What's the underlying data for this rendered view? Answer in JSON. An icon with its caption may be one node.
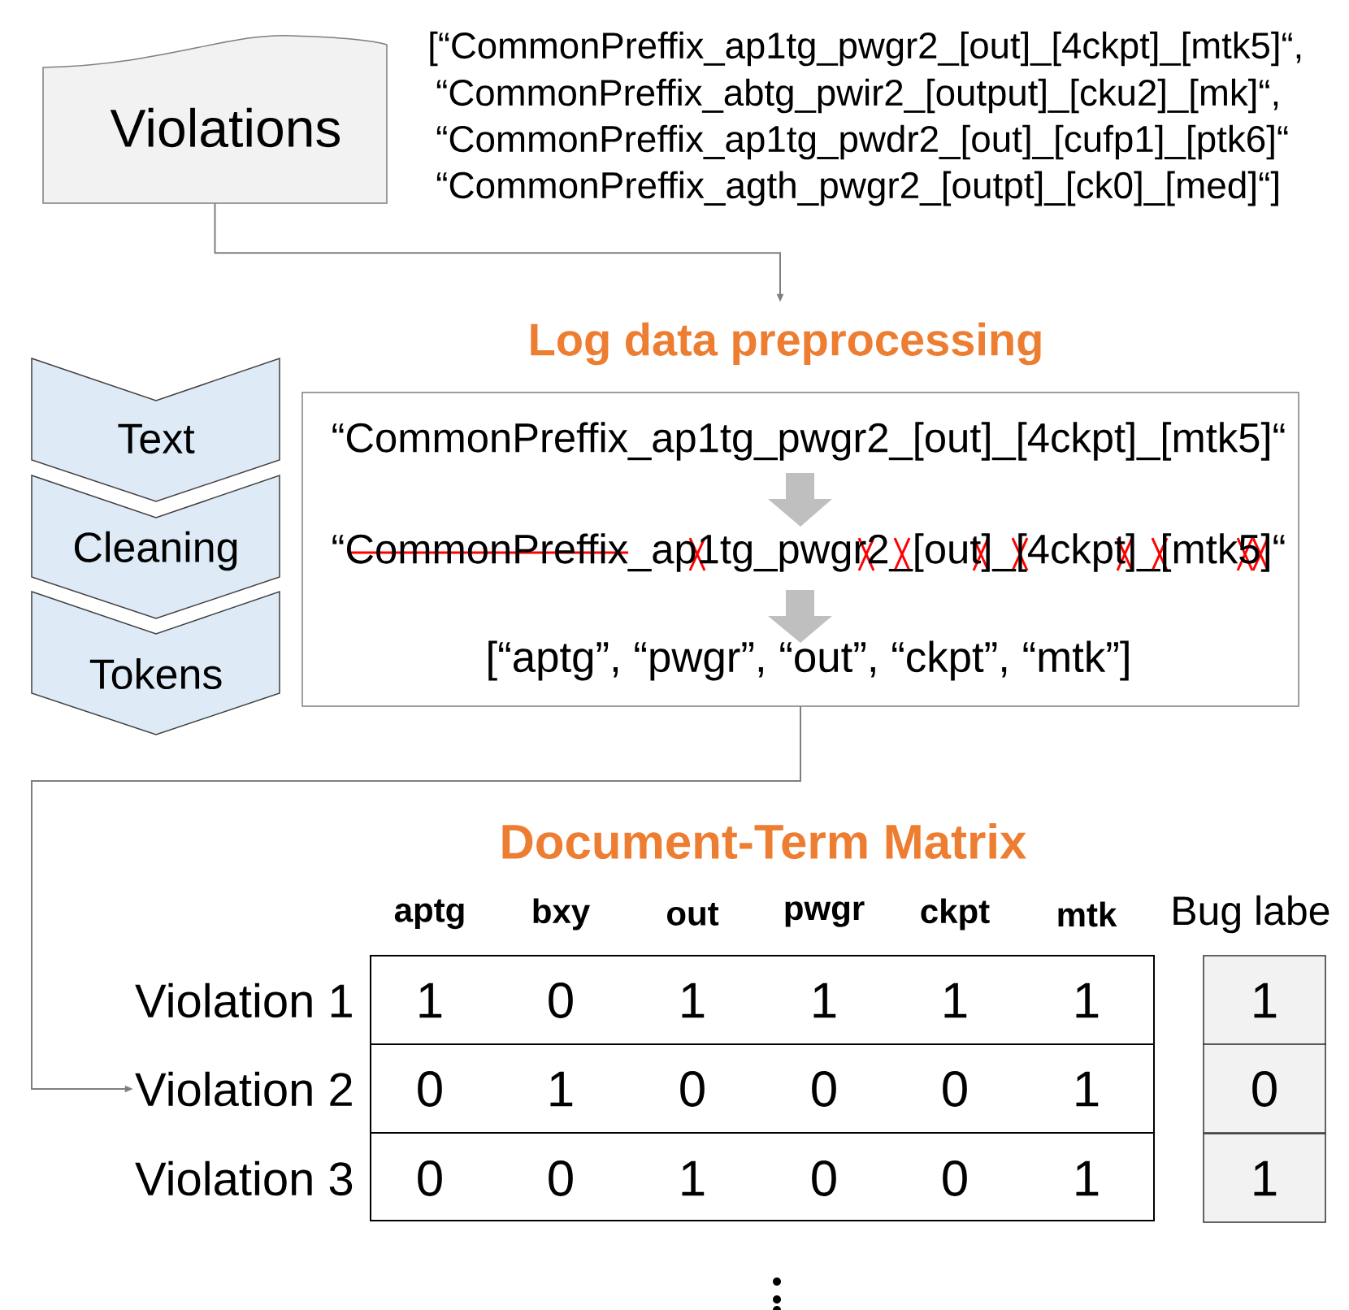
{
  "diagram": {
    "nodes": [
      {
        "text": [
          "Violations"
        ]
      },
      {
        "text": [
          "Log data preprocessing",
          "“CommonPreffix_ap1tg_pwgr2_[out]_[4ckpt]_[mtk5]“",
          "“CommonPreffix_ap1tg_pwgr2_[out]_[4ckpt]_[mtk5]“",
          "[“aptg”, “pwgr”, “out”, “ckpt”, “mtk”]"
        ]
      },
      {
        "text": [
          "Text"
        ]
      },
      {
        "text": [
          "Cleaning"
        ]
      },
      {
        "text": [
          "Tokens"
        ]
      },
      {
        "text": [
          "Violation 2"
        ]
      }
    ],
    "edges": [
      {
        "from": 0,
        "to": 1,
        "arrow": "to"
      },
      {
        "from": 1,
        "to": 5,
        "arrow": "to"
      }
    ],
    "labels": [
      "[“CommonPreffix_ap1tg_pwgr2_[out]_[4ckpt]_[mtk5]“,",
      "“CommonPreffix_abtg_pwir2_[output]_[cku2]_[mk]“,",
      "“CommonPreffix_ap1tg_pwdr2_[out]_[cufp1]_[ptk6]“",
      "“CommonPreffix_agth_pwgr2_[outpt]_[ck0]_[med]“]",
      "Document-Term Matrix",
      "aptg",
      "bxy",
      "out",
      "pwgr",
      "ckpt",
      "mtk",
      "Bug labe",
      "Violation 1",
      "1",
      "0",
      "1",
      "1",
      "1",
      "1",
      "1",
      "0",
      "1",
      "0",
      "0",
      "0",
      "1",
      "0",
      "Violation 3",
      "0",
      "0",
      "1",
      "0",
      "0",
      "1",
      "1"
    ]
  }
}
